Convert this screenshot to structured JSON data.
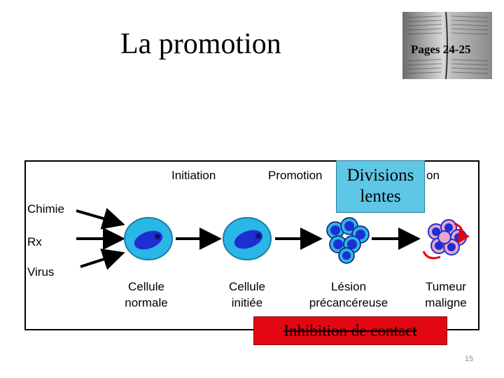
{
  "slide": {
    "title": "La promotion",
    "page_ref": "Pages 24-25",
    "page_number": "15"
  },
  "figure": {
    "stages": {
      "initiation": "Initiation",
      "promotion": "Promotion",
      "progression_fragment": "on"
    },
    "agents": [
      "Chimie",
      "Rx",
      "Virus"
    ],
    "cells": {
      "normal": {
        "line1": "Cellule",
        "line2": "normale"
      },
      "initiated": {
        "line1": "Cellule",
        "line2": "initiée"
      },
      "lesion": {
        "line1": "Lésion",
        "line2": "précancéreuse"
      },
      "tumor": {
        "line1": "Tumeur",
        "line2": "maligne"
      }
    }
  },
  "callouts": {
    "divisions": {
      "line1": "Divisions",
      "line2": "lentes"
    },
    "inhibition": "Inhibition de contact"
  },
  "colors": {
    "cell_fill": "#2ab6e6",
    "nucleus_fill": "#1d2fd0",
    "tumor_cell": "#e7a6c8",
    "divisions_box": "#5ec7e6",
    "inhibition_box": "#e30613",
    "red_arrow": "#e30613"
  }
}
